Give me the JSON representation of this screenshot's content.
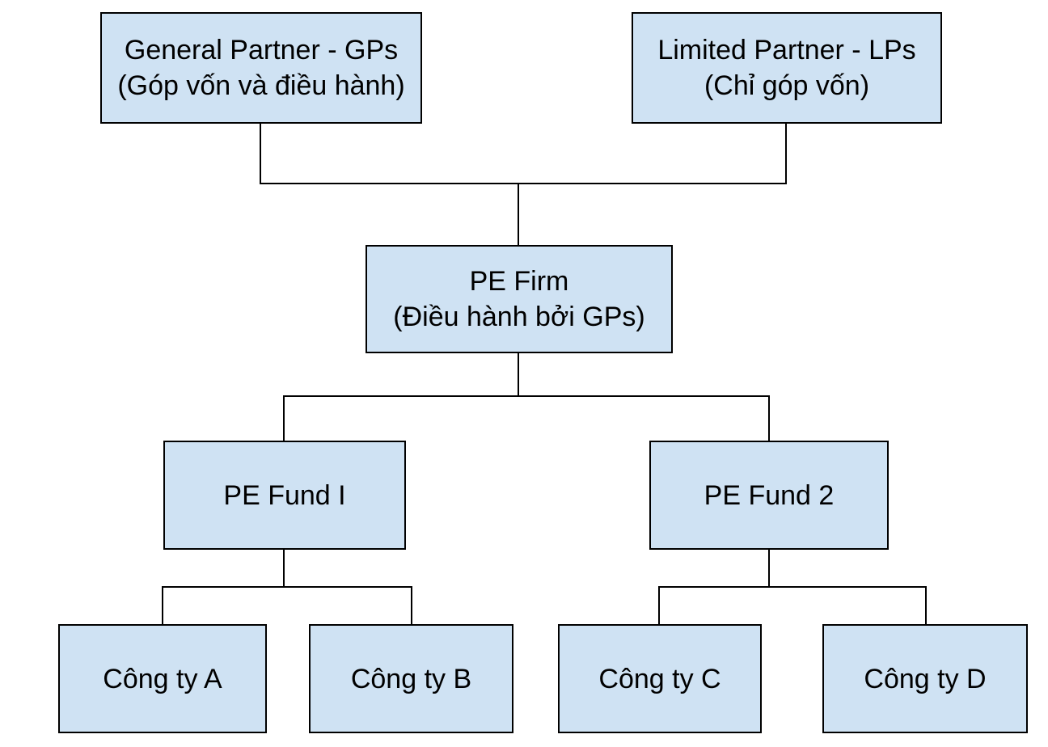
{
  "diagram": {
    "nodes": [
      {
        "id": "general-partner",
        "line1": "General Partner - GPs",
        "line2": "(Góp vốn và điều hành)"
      },
      {
        "id": "limited-partner",
        "line1": "Limited Partner - LPs",
        "line2": "(Chỉ góp vốn)"
      },
      {
        "id": "pe-firm",
        "line1": "PE Firm",
        "line2": "(Điều hành bởi GPs)"
      },
      {
        "id": "pe-fund-1",
        "line1": "PE Fund I",
        "line2": ""
      },
      {
        "id": "pe-fund-2",
        "line1": "PE Fund 2",
        "line2": ""
      },
      {
        "id": "company-a",
        "line1": "Công ty A",
        "line2": ""
      },
      {
        "id": "company-b",
        "line1": "Công ty B",
        "line2": ""
      },
      {
        "id": "company-c",
        "line1": "Công ty C",
        "line2": ""
      },
      {
        "id": "company-d",
        "line1": "Công ty D",
        "line2": ""
      }
    ],
    "edges": [
      {
        "from": "general-partner",
        "to": "pe-firm"
      },
      {
        "from": "limited-partner",
        "to": "pe-firm"
      },
      {
        "from": "pe-firm",
        "to": "pe-fund-1"
      },
      {
        "from": "pe-firm",
        "to": "pe-fund-2"
      },
      {
        "from": "pe-fund-1",
        "to": "company-a"
      },
      {
        "from": "pe-fund-1",
        "to": "company-b"
      },
      {
        "from": "pe-fund-2",
        "to": "company-c"
      },
      {
        "from": "pe-fund-2",
        "to": "company-d"
      }
    ],
    "colors": {
      "node_fill": "#cfe2f3",
      "node_border": "#000000",
      "connector": "#000000",
      "text": "#000000",
      "background": "#ffffff"
    }
  }
}
